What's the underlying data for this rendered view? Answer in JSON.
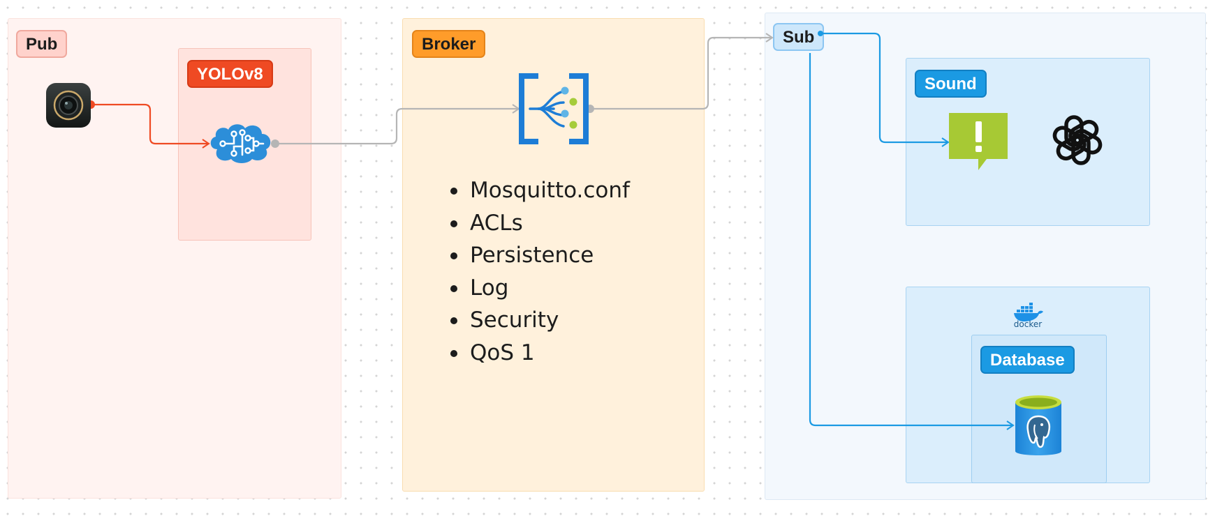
{
  "groups": {
    "pub": {
      "label": "Pub"
    },
    "yolo": {
      "label": "YOLOv8"
    },
    "broker": {
      "label": "Broker",
      "features": [
        "Mosquitto.conf",
        "ACLs",
        "Persistence",
        "Log",
        "Security",
        "QoS 1"
      ]
    },
    "sub": {
      "label": "Sub"
    },
    "sound": {
      "label": "Sound"
    },
    "docker": {
      "logo_text": "docker"
    },
    "database": {
      "label": "Database"
    }
  },
  "icons": {
    "camera": "camera-app-icon",
    "ai_brain": "ai-brain-icon",
    "broker": "event-grid-icon",
    "alert": "alert-message-icon",
    "openai": "openai-logo-icon",
    "docker": "docker-logo-icon",
    "postgres": "postgresql-database-icon"
  },
  "colors": {
    "pub_edge": "#ef4a23",
    "broker_edge": "#b5b5b5",
    "sub_edge": "#1b9ae3",
    "pub_zone": "#fff3f1",
    "yolo_zone": "#ffe3de",
    "broker_zone": "#fff1dc",
    "sub_zone": "#f3f8fd",
    "inner_zone": "#dbeefc"
  }
}
